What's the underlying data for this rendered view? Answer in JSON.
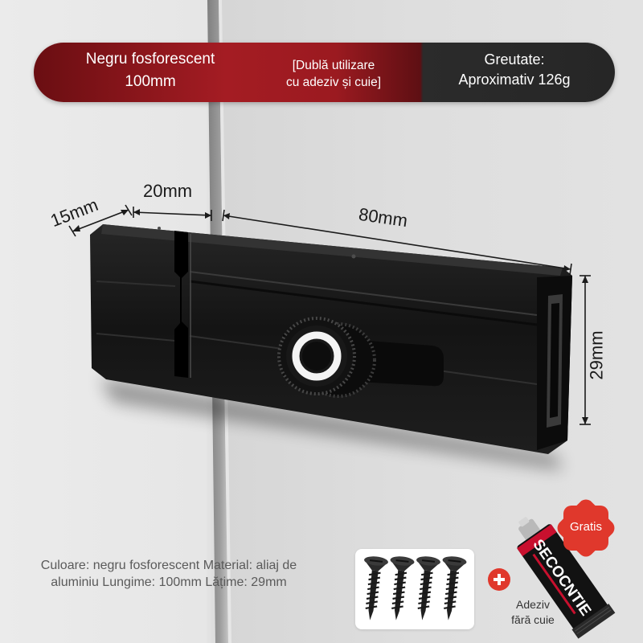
{
  "banner": {
    "color_label": "Negru fosforescent",
    "length": "100mm",
    "usage_line1": "[Dublă utilizare",
    "usage_line2": "cu adeziv și cuie]",
    "weight_label": "Greutate:",
    "weight_value": "Aproximativ 126g"
  },
  "dimensions": {
    "depth": "15mm",
    "block_length": "20mm",
    "body_length": "80mm",
    "height": "29mm"
  },
  "specs": {
    "text": "Culoare: negru fosforescent Material: aliaj de aluminiu Lungime: 100mm Lățime: 29mm"
  },
  "accessories": {
    "screw_count": 4,
    "glue_label_line1": "Adeziv",
    "glue_label_line2": "fără cuie",
    "glue_brand": "SECOCNTIE",
    "badge": "Gratis"
  },
  "colors": {
    "product_body": "#161616",
    "knob_ring": "#f4f4f4",
    "banner_red": "#a41c23",
    "banner_dark": "#2b2b2b",
    "badge_red": "#e0382c",
    "plus_red": "#e0382c"
  }
}
